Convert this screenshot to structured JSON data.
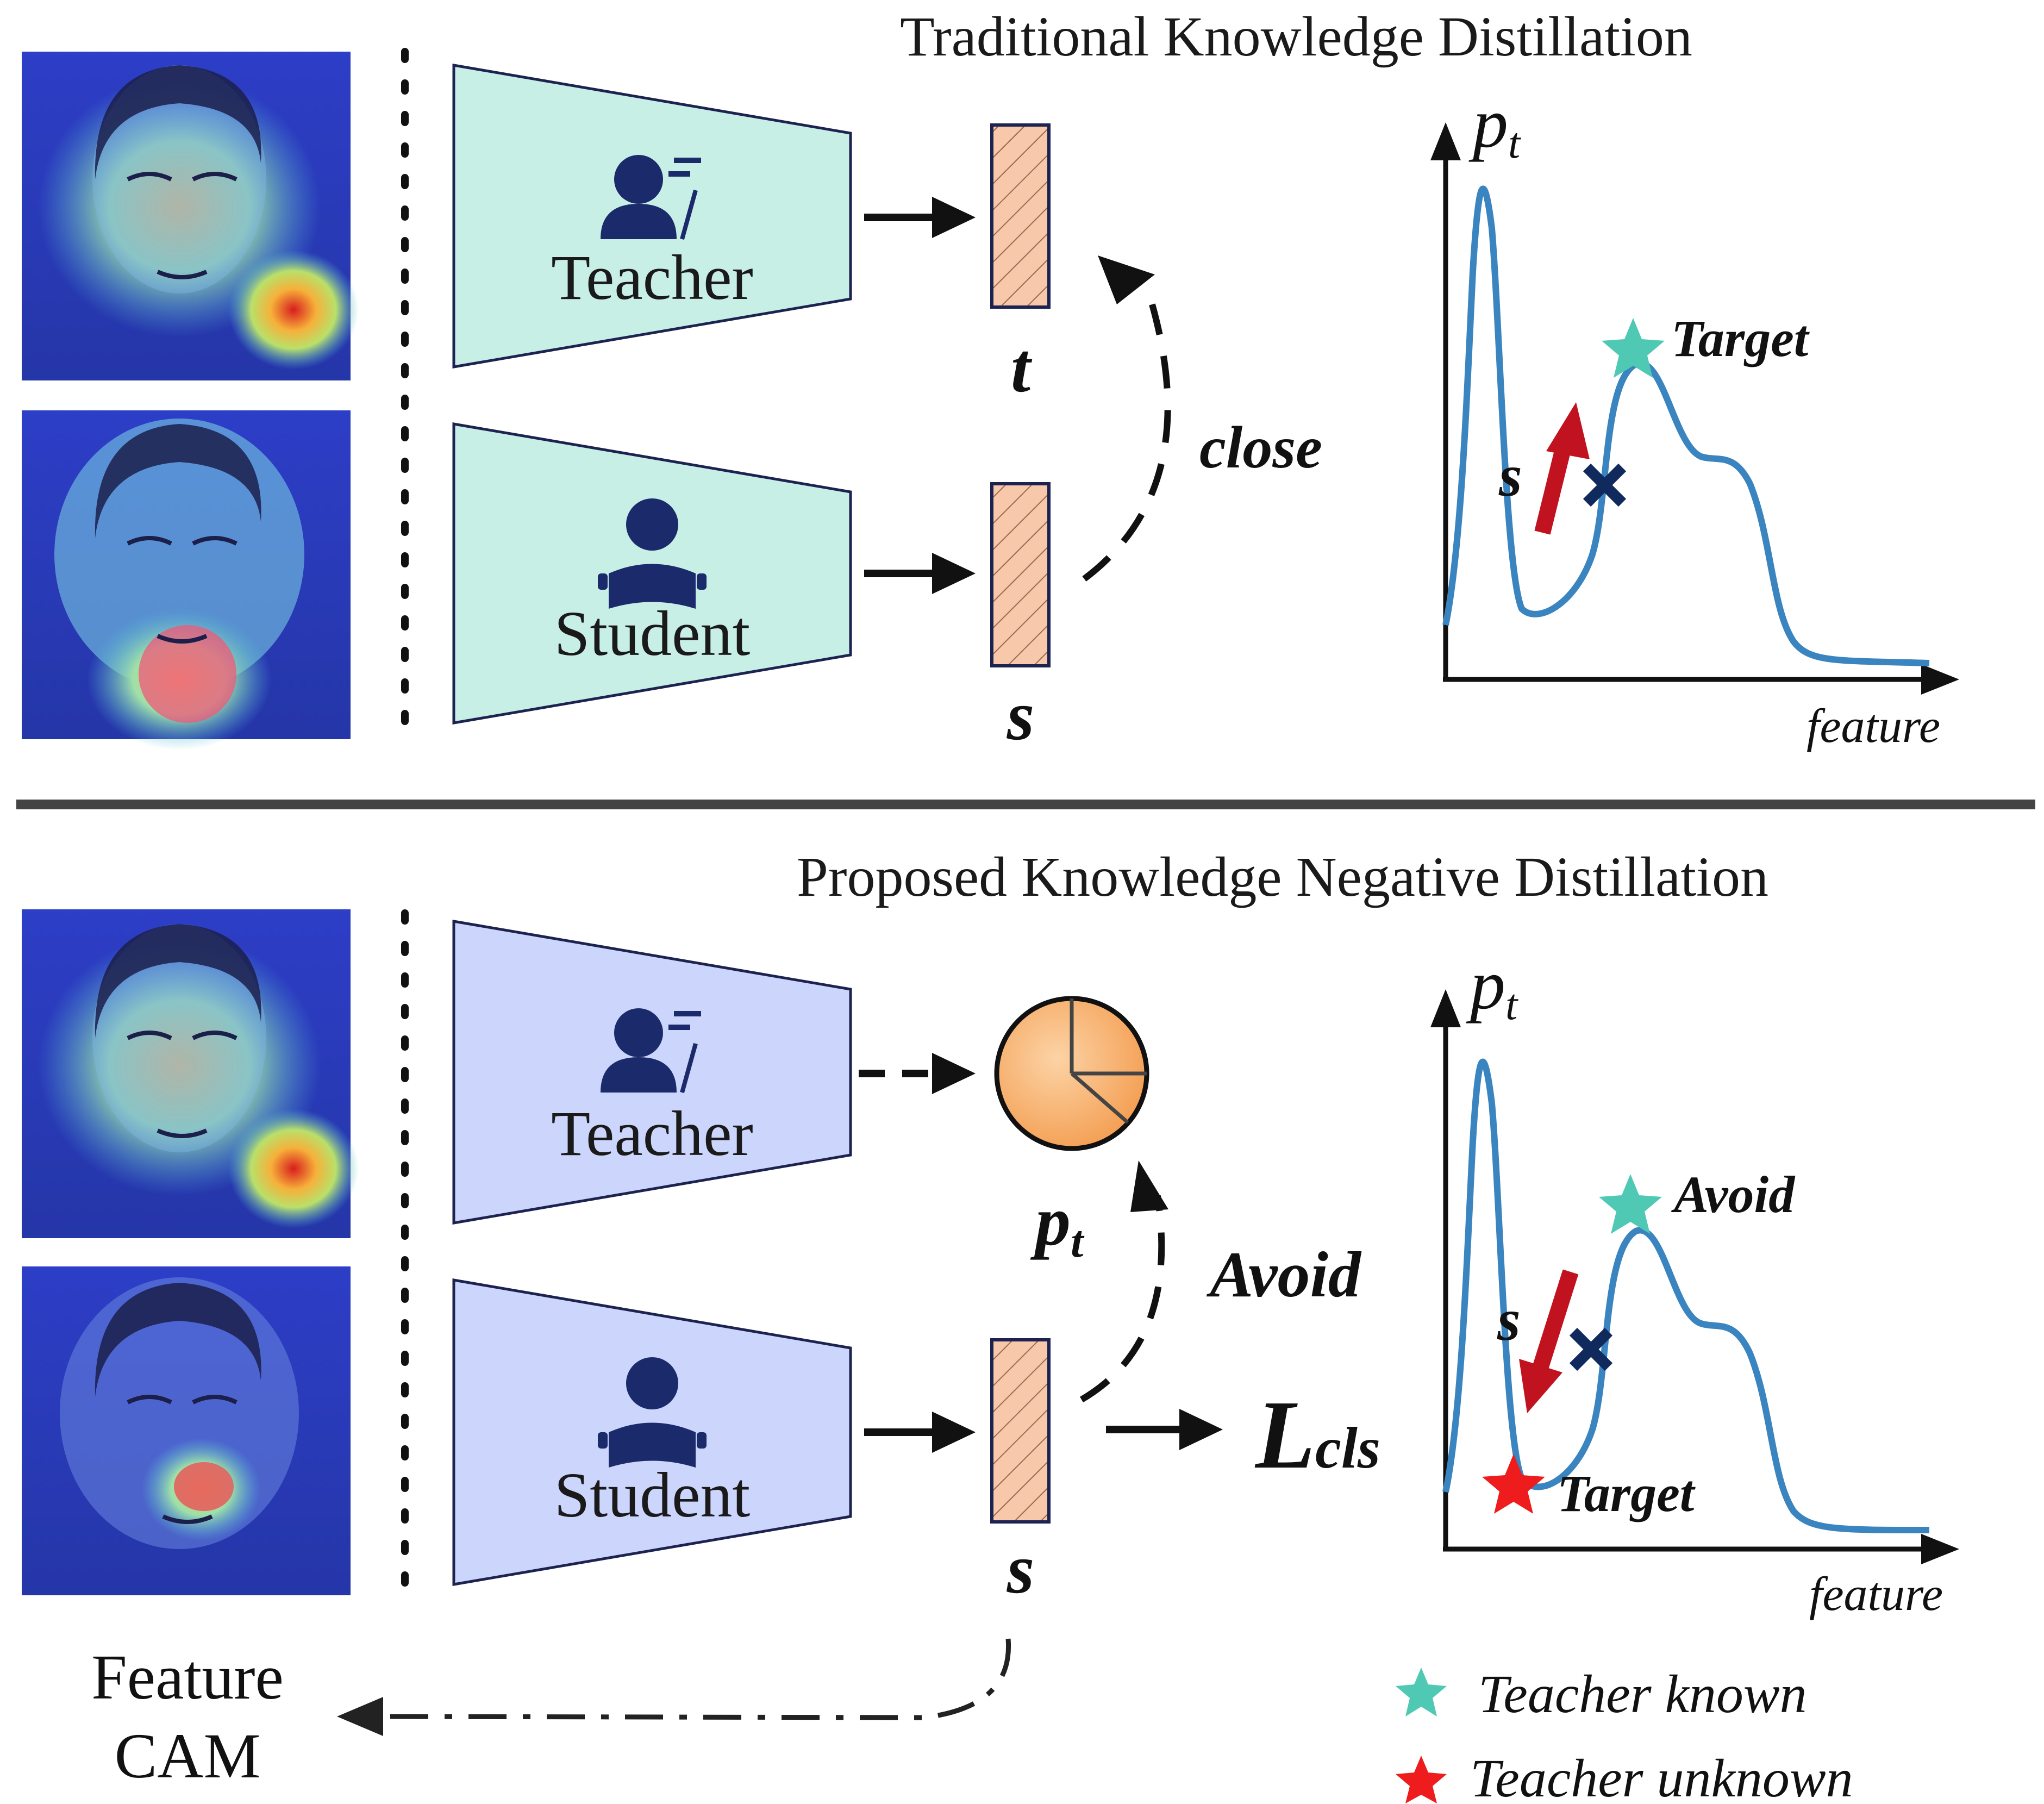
{
  "top_panel": {
    "title": "Traditional Knowledge  Distillation",
    "teacher_label": "Teacher",
    "student_label": "Student",
    "teacher_output": "t",
    "student_output": "s",
    "arrow_label": "close",
    "plot": {
      "y_label_main": "p",
      "y_label_sub": "t",
      "x_label": "feature",
      "star_label": "Target",
      "point_label": "s"
    }
  },
  "bottom_panel": {
    "title": "Proposed  Knowledge Negative Distillation",
    "teacher_label": "Teacher",
    "student_label": "Student",
    "teacher_output_main": "p",
    "teacher_output_sub": "t",
    "student_output": "s",
    "arrow_label": "Avoid",
    "loss_main": "L",
    "loss_sub": "cls",
    "cam_label_line1": "Feature",
    "cam_label_line2": "CAM",
    "plot": {
      "y_label_main": "p",
      "y_label_sub": "t",
      "x_label": "feature",
      "teal_star_label": "Avoid",
      "red_star_label": "Target",
      "point_label": "s"
    },
    "legend": [
      {
        "label": "Teacher known",
        "color": "#4fc9b4"
      },
      {
        "label": "Teacher unknown",
        "color": "#ee1c1c"
      }
    ]
  },
  "colors": {
    "teal_network": "#c8efe6",
    "blue_network": "#ccd5fb",
    "feature_block": "#f7c8aa",
    "prob_pie": "#f6a862",
    "curve": "#3a84bf",
    "red_arrow": "#c1121f",
    "cross": "#102a5e",
    "icon": "#1b2a6b",
    "teal_star": "#4fc9b4",
    "red_star": "#ee1c1c"
  }
}
